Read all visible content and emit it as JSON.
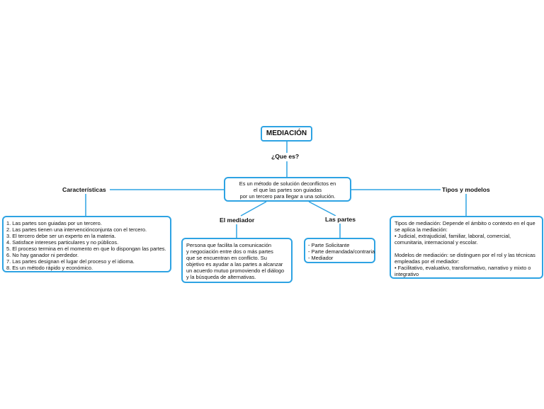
{
  "root": {
    "title": "MEDIACIÓN"
  },
  "question": {
    "label": "¿Que es?"
  },
  "definition": {
    "lines": [
      "Es un método de solución deconflictos en",
      "el que las partes son guiadas",
      "por un tercero para llegar a una solución."
    ]
  },
  "caracteristicas": {
    "label": "Características",
    "items": [
      "1. Las partes son guiadas por un tercero.",
      "2. Las partes tienen una intervenciónconjunta con el tercero.",
      "3. El tercero debe ser un experto en la materia.",
      "4. Satisface intereses particulares y no públicos.",
      "5. El proceso termina en el momento en que lo dispongan las partes.",
      "6. No hay ganador ni perdedor.",
      "7. Las partes designan el lugar del proceso y el idioma.",
      "8. Es un método rápido y económico."
    ]
  },
  "mediador": {
    "label": "El mediador",
    "lines": [
      "Persona que facilita la comunicación",
      "y negociación entre dos o más partes",
      "que se encuentran en conflicto. Su",
      "objetivo es ayudar a las partes a alcanzar",
      "un acuerdo mutuo promoviendo el diálogo",
      "y la búsqueda de alternativas."
    ]
  },
  "partes": {
    "label": "Las partes",
    "items": [
      "- Parte Solicitante",
      "- Parte demandada/contraria",
      "- Mediador"
    ]
  },
  "tipos": {
    "label": "Tipos y modelos",
    "paragraph1": "Tipos de mediación: Depende el ámbito o contexto en el que se aplica la mediación:",
    "paragraph1_list": "• Judicial, extrajudicial, familiar, laboral, comercial, comunitaria, internacional y escolar.",
    "paragraph2": "Modelos de mediación: se distinguen por el rol y las técnicas empleadas por el mediador:",
    "paragraph2_list": "• Facilitativo, evaluativo, transformativo, narrativo y mixto o integrativo"
  },
  "colors": {
    "accent": "#2ea3e3"
  }
}
